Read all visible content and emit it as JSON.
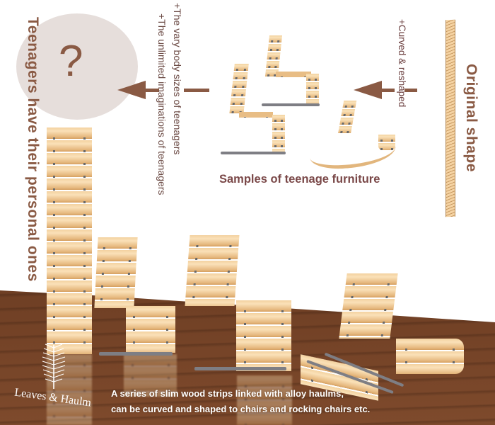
{
  "poster": {
    "right_title": "Original shape",
    "step1_label": "+Curved & reshaped",
    "samples_caption": "Samples of teenage furniture",
    "step2_labels": [
      "+The vary body sizes of teenagers",
      "+The unlimited imaginations of teenagers"
    ],
    "question_mark": "?",
    "left_title": "Teenagers have their personal ones",
    "caption_lines": [
      "A series of slim wood strips linked with alloy haulms,",
      "can be curved and shaped to chairs and rocking chairs etc."
    ],
    "logo_text": "Leaves & Haulm",
    "icons": {
      "arrow_right_step": "left-arrow-icon",
      "arrow_left_step": "left-arrow-icon",
      "logo": "leaf-icon"
    },
    "colors": {
      "accent_brown": "#8a5a44",
      "caption_maroon": "#7a4848",
      "circle_fill": "#e6dedb",
      "wood_light": "#f3d2a0",
      "floor": "#7a4a2c",
      "caption_text": "#ffffff"
    }
  }
}
